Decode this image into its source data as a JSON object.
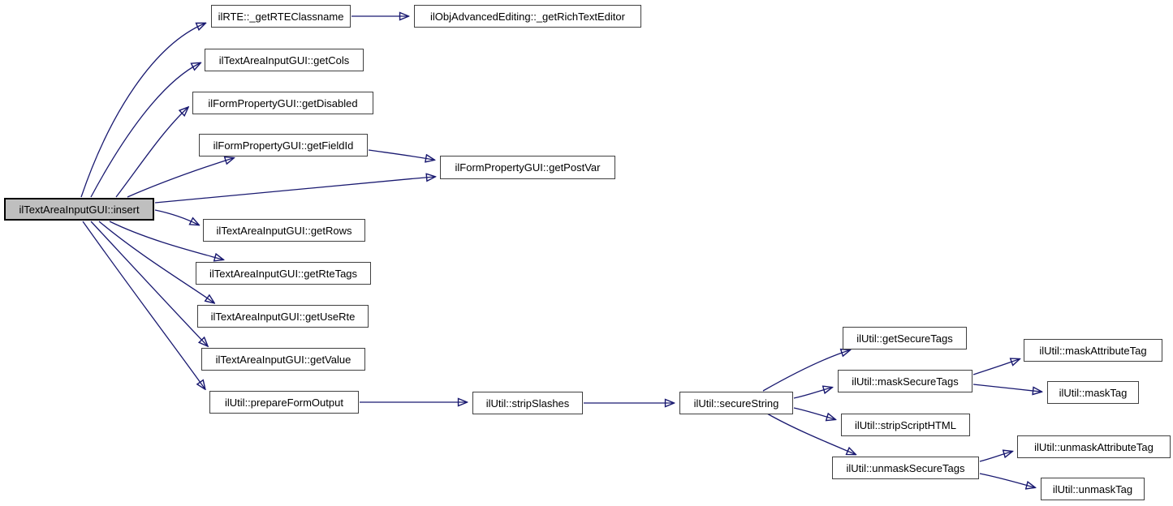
{
  "diagram": {
    "type": "call-graph",
    "colors": {
      "background": "#ffffff",
      "edge": "#191970",
      "node_border": "#404040",
      "node_fill": "#ffffff",
      "highlight_fill": "#bfbfbf",
      "highlight_border": "#000000"
    },
    "nodes": [
      {
        "id": "insert",
        "label": "ilTextAreaInputGUI::insert",
        "highlighted": true
      },
      {
        "id": "getRTEClassname",
        "label": "ilRTE::_getRTEClassname"
      },
      {
        "id": "getRichTextEditor",
        "label": "ilObjAdvancedEditing::_getRichTextEditor"
      },
      {
        "id": "getCols",
        "label": "ilTextAreaInputGUI::getCols"
      },
      {
        "id": "getDisabled",
        "label": "ilFormPropertyGUI::getDisabled"
      },
      {
        "id": "getFieldId",
        "label": "ilFormPropertyGUI::getFieldId"
      },
      {
        "id": "getPostVar",
        "label": "ilFormPropertyGUI::getPostVar"
      },
      {
        "id": "getRows",
        "label": "ilTextAreaInputGUI::getRows"
      },
      {
        "id": "getRteTags",
        "label": "ilTextAreaInputGUI::getRteTags"
      },
      {
        "id": "getUseRte",
        "label": "ilTextAreaInputGUI::getUseRte"
      },
      {
        "id": "getValue",
        "label": "ilTextAreaInputGUI::getValue"
      },
      {
        "id": "prepareFormOutput",
        "label": "ilUtil::prepareFormOutput"
      },
      {
        "id": "stripSlashes",
        "label": "ilUtil::stripSlashes"
      },
      {
        "id": "secureString",
        "label": "ilUtil::secureString"
      },
      {
        "id": "getSecureTags",
        "label": "ilUtil::getSecureTags"
      },
      {
        "id": "maskSecureTags",
        "label": "ilUtil::maskSecureTags"
      },
      {
        "id": "stripScriptHTML",
        "label": "ilUtil::stripScriptHTML"
      },
      {
        "id": "unmaskSecureTags",
        "label": "ilUtil::unmaskSecureTags"
      },
      {
        "id": "maskAttributeTag",
        "label": "ilUtil::maskAttributeTag"
      },
      {
        "id": "maskTag",
        "label": "ilUtil::maskTag"
      },
      {
        "id": "unmaskAttributeTag",
        "label": "ilUtil::unmaskAttributeTag"
      },
      {
        "id": "unmaskTag",
        "label": "ilUtil::unmaskTag"
      }
    ],
    "edges": [
      {
        "from": "insert",
        "to": "getRTEClassname"
      },
      {
        "from": "insert",
        "to": "getCols"
      },
      {
        "from": "insert",
        "to": "getDisabled"
      },
      {
        "from": "insert",
        "to": "getFieldId"
      },
      {
        "from": "insert",
        "to": "getPostVar"
      },
      {
        "from": "insert",
        "to": "getRows"
      },
      {
        "from": "insert",
        "to": "getRteTags"
      },
      {
        "from": "insert",
        "to": "getUseRte"
      },
      {
        "from": "insert",
        "to": "getValue"
      },
      {
        "from": "insert",
        "to": "prepareFormOutput"
      },
      {
        "from": "getRTEClassname",
        "to": "getRichTextEditor"
      },
      {
        "from": "getFieldId",
        "to": "getPostVar"
      },
      {
        "from": "prepareFormOutput",
        "to": "stripSlashes"
      },
      {
        "from": "stripSlashes",
        "to": "secureString"
      },
      {
        "from": "secureString",
        "to": "getSecureTags"
      },
      {
        "from": "secureString",
        "to": "maskSecureTags"
      },
      {
        "from": "secureString",
        "to": "stripScriptHTML"
      },
      {
        "from": "secureString",
        "to": "unmaskSecureTags"
      },
      {
        "from": "maskSecureTags",
        "to": "maskAttributeTag"
      },
      {
        "from": "maskSecureTags",
        "to": "maskTag"
      },
      {
        "from": "unmaskSecureTags",
        "to": "unmaskAttributeTag"
      },
      {
        "from": "unmaskSecureTags",
        "to": "unmaskTag"
      }
    ]
  }
}
